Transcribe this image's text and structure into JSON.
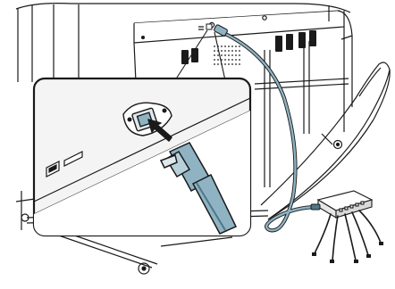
{
  "figure": {
    "type": "installation-diagram",
    "elements": [
      "printer-rear-panel",
      "printer-stand",
      "paper-basket",
      "network-cable",
      "network-hub",
      "zoom-callout",
      "rj45-port",
      "insertion-arrow"
    ]
  },
  "colors": {
    "line": "#1a1a1a",
    "panel_fill": "#ffffff",
    "panel_shade": "#e6e6e6",
    "callout_bg": "#f2f2f2",
    "cable": "#8fb3c3",
    "cable_dark": "#4f7787",
    "arrow": "#1a1a1a"
  },
  "icons": {
    "ethernet_port": "rj45-port-icon",
    "usb_port": "usb-port-icon",
    "insert_arrow": "arrow-icon",
    "hub": "network-hub-icon"
  }
}
